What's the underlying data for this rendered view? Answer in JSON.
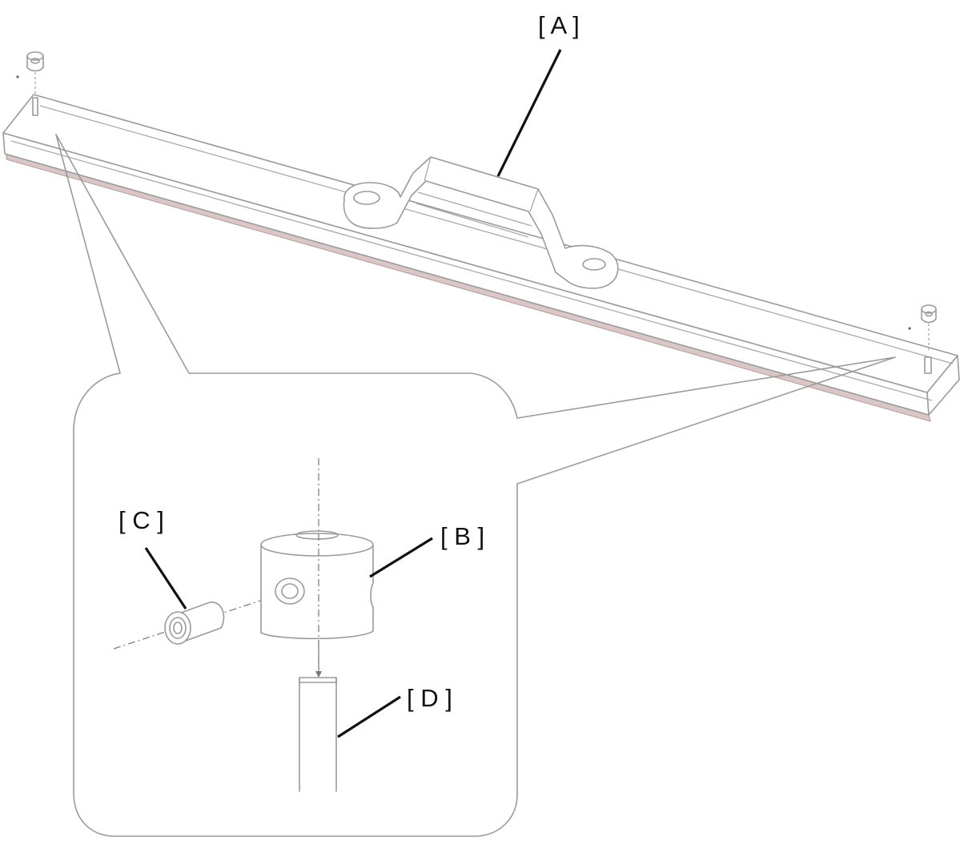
{
  "diagram": {
    "callouts": {
      "a": "[ A ]",
      "b": "[ B ]",
      "c": "[ C ]",
      "d": "[ D ]"
    },
    "colors": {
      "line": "#9a9a9a",
      "leader": "#111111",
      "edge_hatch": "#d9c6c6",
      "background": "#ffffff"
    }
  }
}
